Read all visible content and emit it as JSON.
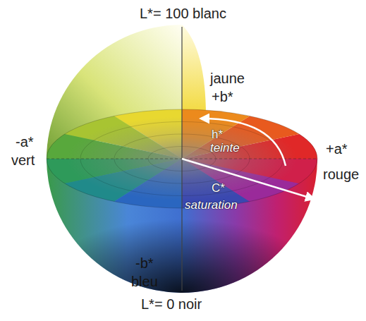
{
  "diagram": {
    "labels": [
      "L*= 100 blanc",
      "jaune",
      "+b*",
      "h*",
      "teinte",
      "+a*",
      "rouge",
      "-a*",
      "vert",
      "C*",
      "saturation",
      "-b*",
      "bleu",
      "L*= 0 noir"
    ]
  }
}
